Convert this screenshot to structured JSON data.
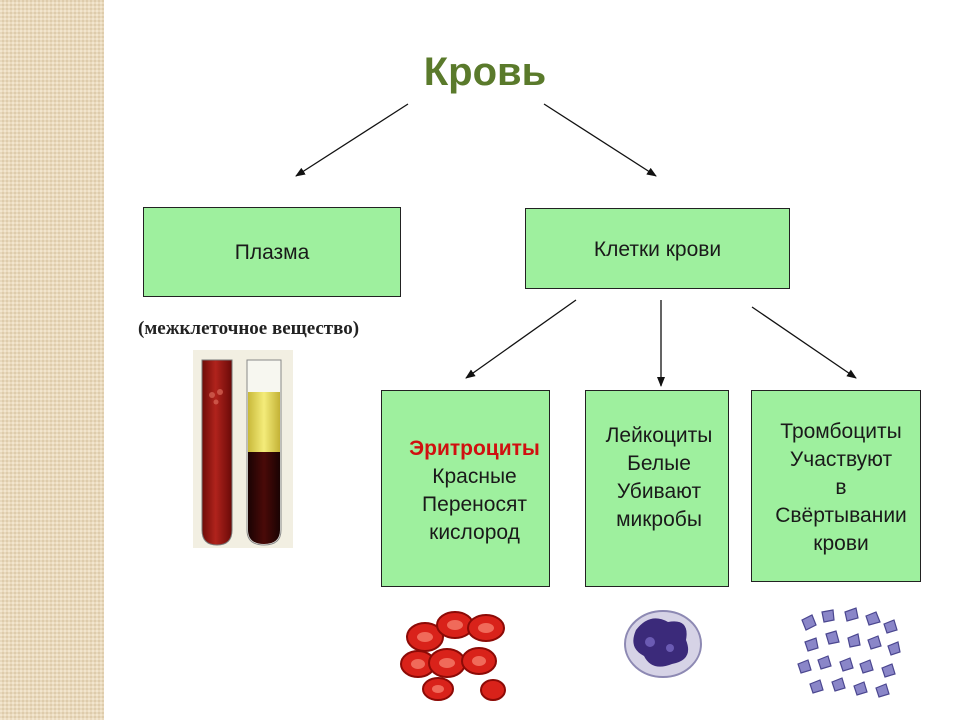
{
  "title": "Кровь",
  "plasma": {
    "label": "Плазма",
    "note": "(межклеточное вещество)"
  },
  "cells": {
    "label": "Клетки крови"
  },
  "erythrocytes": {
    "lines": [
      "Эритроциты",
      "Красные",
      "Переносят",
      "кислород"
    ]
  },
  "leukocytes": {
    "lines": [
      "Лейкоциты",
      "Белые",
      "Убивают",
      "микробы"
    ]
  },
  "thrombocytes": {
    "lines": [
      "Тромбоциты",
      "Участвуют",
      "в",
      "Свёртывании",
      "крови"
    ]
  },
  "colors": {
    "title": "#5a7a2b",
    "box_fill": "#9ef09e",
    "highlight": "#d01010",
    "side_strip": "#ecd9b6"
  }
}
